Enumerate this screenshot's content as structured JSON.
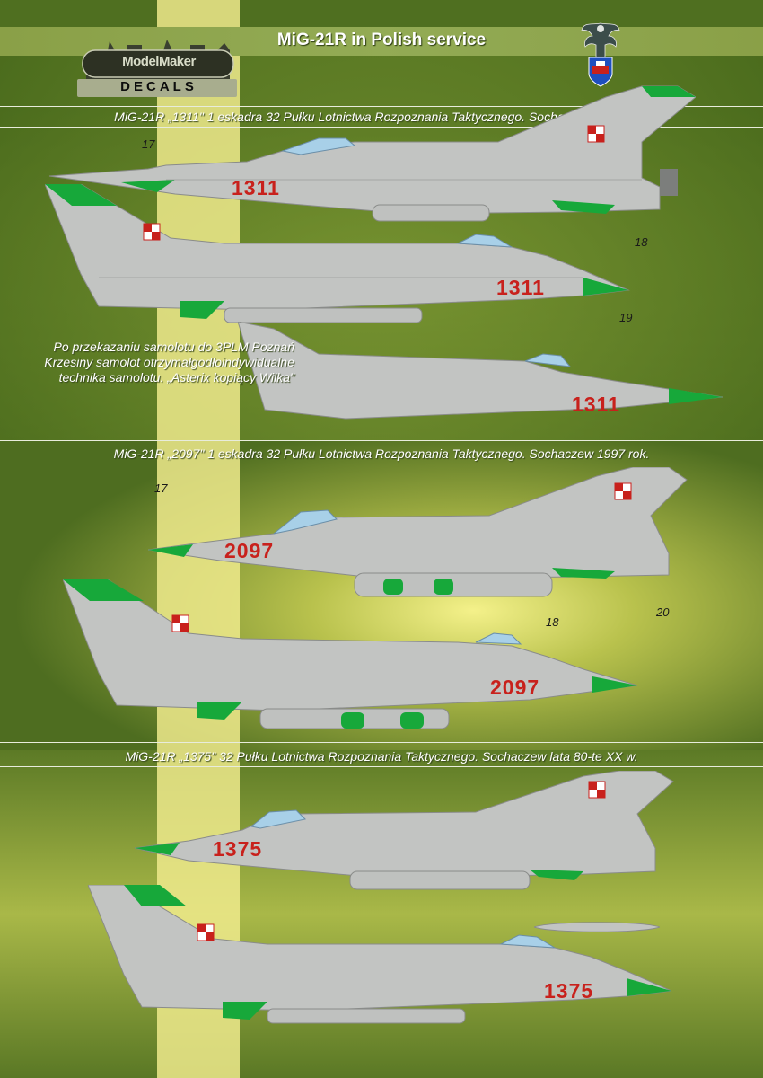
{
  "title": "MiG-21R in Polish service",
  "logo": {
    "brand": "ModelMaker",
    "sub": "DECALS"
  },
  "captions": {
    "c1": "MiG-21R „1311\" 1 eskadra 32 Pułku Lotnictwa Rozpoznania Taktycznego. Sochaczew 1997 rok.",
    "c2": "MiG-21R „2097\" 1 eskadra 32 Pułku Lotnictwa Rozpoznania Taktycznego. Sochaczew 1997 rok.",
    "c3": "MiG-21R „1375\" 32 Pułku Lotnictwa Rozpoznania Taktycznego. Sochaczew lata 80-te XX w."
  },
  "note": "Po przekazaniu samolotu do 3PLM Poznań Krzesiny samolot otrzymałgodłoindywidualne technika samolotu. „Asterix kopiący Wilka\"",
  "callouts": {
    "a": "17",
    "b": "18",
    "c": "19",
    "d": "17",
    "e": "20",
    "f": "18"
  },
  "serials": {
    "s1a": "1311",
    "s1b": "1311",
    "s1c": "1311",
    "s2a": "2097",
    "s2b": "2097",
    "s3a": "1375",
    "s3b": "1375"
  },
  "colors": {
    "background_dark": "#4b6d1e",
    "background_light": "#f2f08a",
    "stripe": "#efea8c",
    "aircraft_grey": "#c4c6c4",
    "accent_green": "#17a83a",
    "serial_red": "#c8211c"
  }
}
